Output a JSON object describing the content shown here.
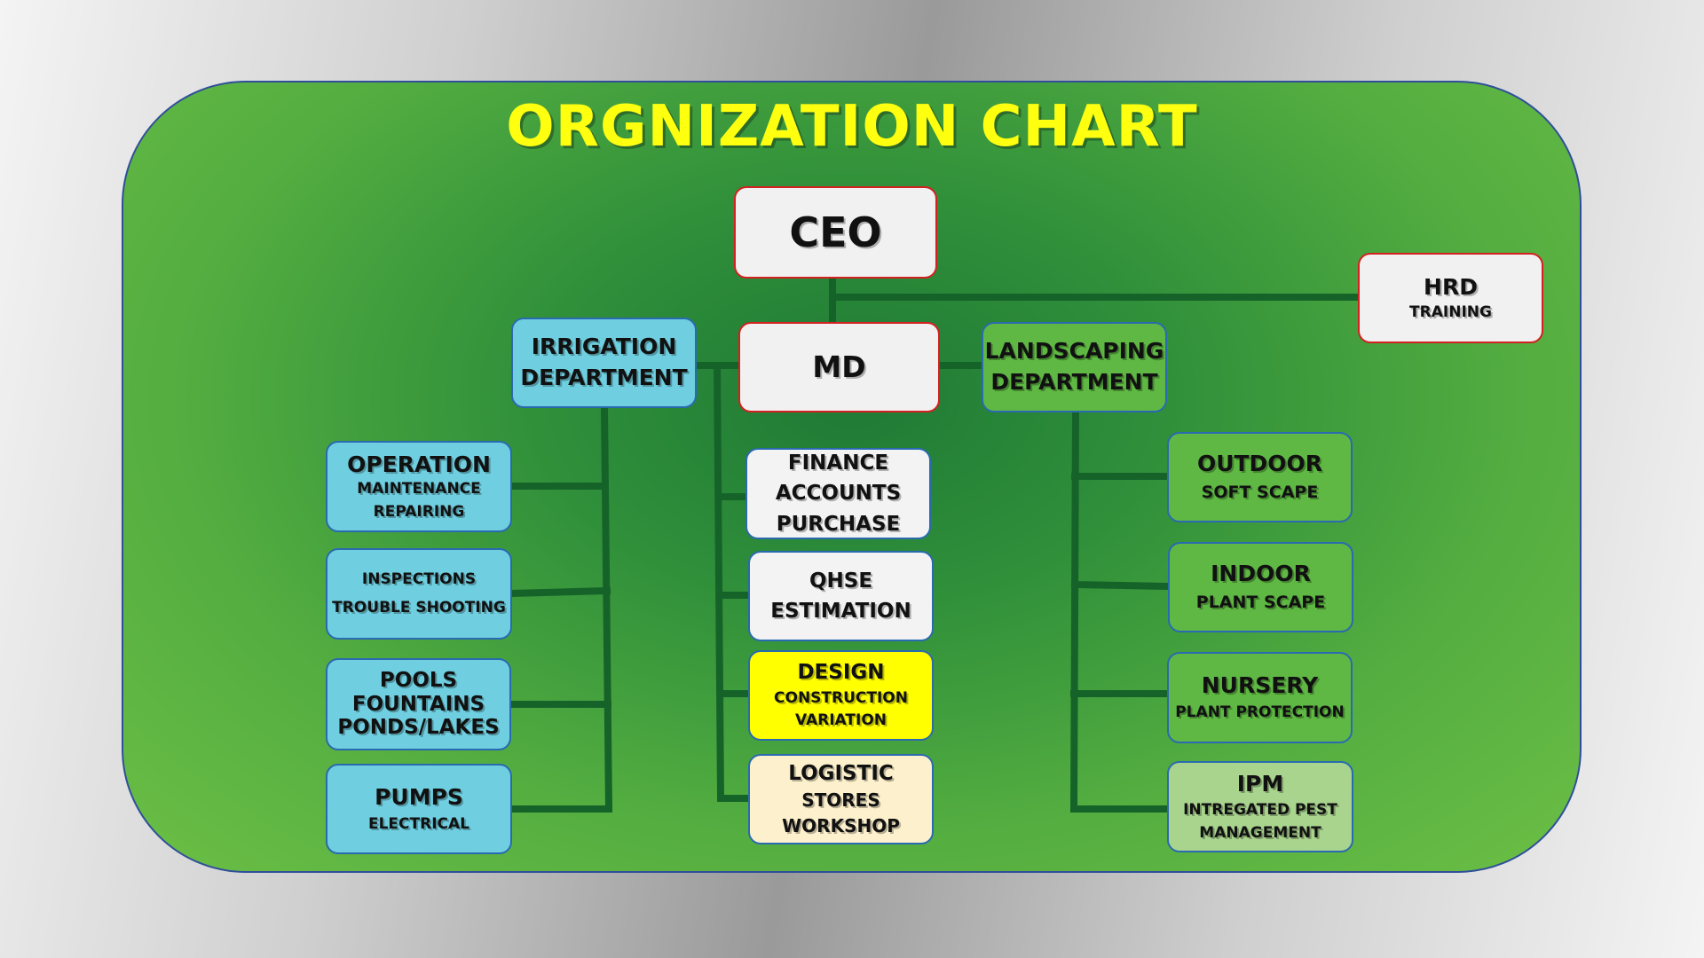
{
  "title": "ORGNIZATION CHART",
  "colors": {
    "panel": "#53ad40",
    "title": "#ffff10",
    "connector": "#16632a",
    "blue_box": "#6fcfe0",
    "green_box": "#5fb843",
    "yellow_box": "#ffff00",
    "cream_box": "#fdf0cc",
    "pale_green_box": "#a9d48e",
    "red_border": "#d42020"
  },
  "ceo": {
    "label": "CEO"
  },
  "hrd": {
    "label": "HRD",
    "sub": "TRAINING"
  },
  "md": {
    "label": "MD"
  },
  "irrigation": {
    "line1": "IRRIGATION",
    "line2": "DEPARTMENT",
    "units": [
      {
        "title": "OPERATION",
        "lines": [
          "MAINTENANCE",
          "REPAIRING"
        ]
      },
      {
        "title": "",
        "lines": [
          "INSPECTIONS",
          "TROUBLE SHOOTING"
        ]
      },
      {
        "title": "",
        "lines": [
          "POOLS",
          "FOUNTAINS",
          "PONDS/LAKES"
        ]
      },
      {
        "title": "PUMPS",
        "lines": [
          "ELECTRICAL"
        ]
      }
    ]
  },
  "landscaping": {
    "line1": "LANDSCAPING",
    "line2": "DEPARTMENT",
    "units": [
      {
        "title": "OUTDOOR",
        "lines": [
          "SOFT SCAPE"
        ]
      },
      {
        "title": "INDOOR",
        "lines": [
          "PLANT SCAPE"
        ]
      },
      {
        "title": "NURSERY",
        "lines": [
          "PLANT PROTECTION"
        ]
      },
      {
        "title": "IPM",
        "lines": [
          "INTREGATED PEST",
          "MANAGEMENT"
        ]
      }
    ]
  },
  "central": [
    {
      "title": "FINANCE",
      "lines": [
        "ACCOUNTS",
        "PURCHASE"
      ]
    },
    {
      "title": "QHSE",
      "lines": [
        "ESTIMATION"
      ]
    },
    {
      "title": "DESIGN",
      "lines": [
        "CONSTRUCTION",
        "VARIATION"
      ]
    },
    {
      "title": "LOGISTIC",
      "lines": [
        "STORES",
        "WORKSHOP"
      ]
    }
  ]
}
